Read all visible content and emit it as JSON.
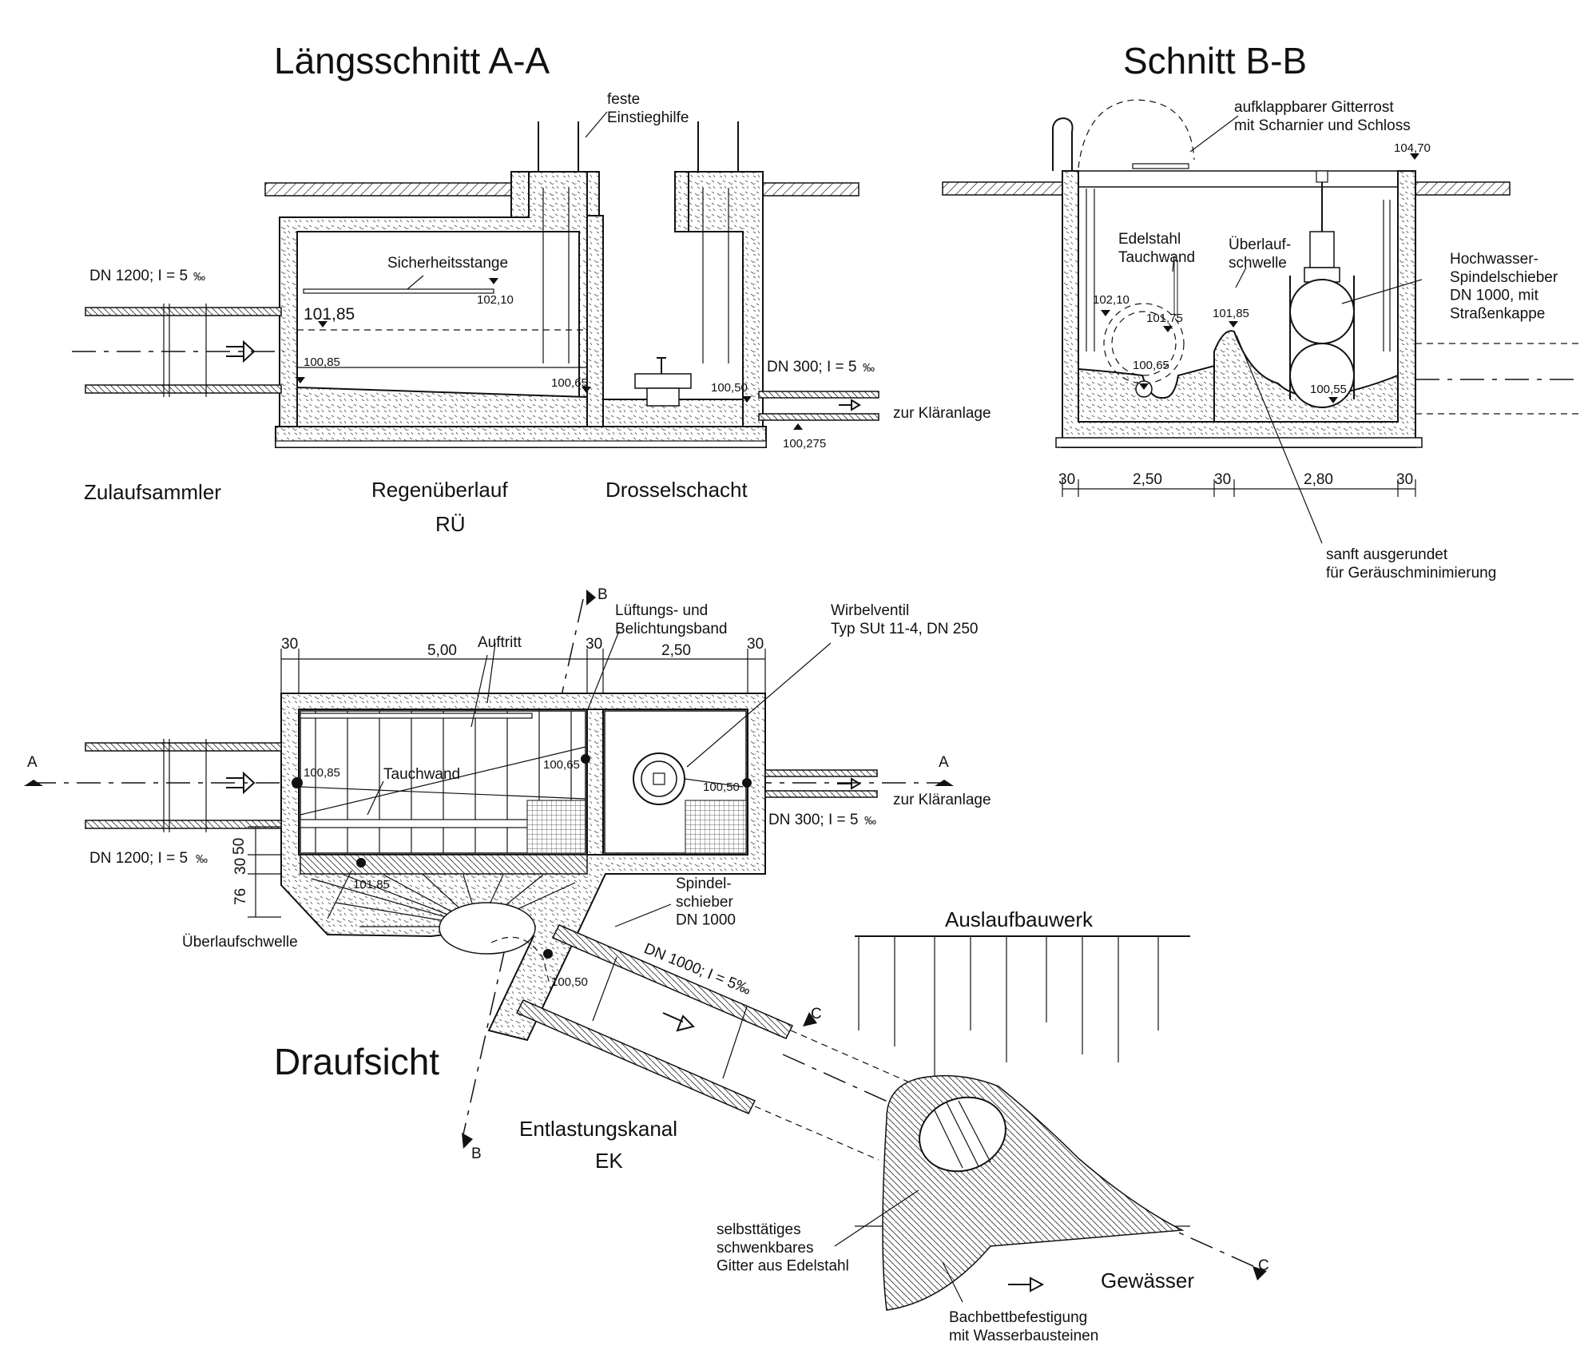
{
  "titles": {
    "longitudinal": "Längsschnitt A-A",
    "section_b": "Schnitt B-B",
    "plan": "Draufsicht"
  },
  "longitudinal": {
    "inlet_pipe": "DN 1200; I = 5",
    "permille": "‰",
    "handhold": "feste\nEinstieghilfe",
    "safety_bar": "Sicherheitsstange",
    "lvl_10185": "101,85",
    "lvl_10210": "102,10",
    "lvl_10085": "100,85",
    "lvl_10065": "100,65",
    "lvl_10050": "100,50",
    "lvl_100275": "100,275",
    "outlet_pipe": "DN 300; I = 5",
    "to_plant": "zur Kläranlage",
    "label_inlet": "Zulaufsammler",
    "label_overflow": "Regenüberlauf",
    "label_overflow_abbr": "RÜ",
    "label_throttle": "Drosselschacht"
  },
  "section_b": {
    "grate": "aufklappbarer Gitterrost\nmit Scharnier und Schloss",
    "lvl_10470": "104,70",
    "baffle": "Edelstahl\nTauchwand",
    "weir": "Überlauf-\nschwelle",
    "gate": "Hochwasser-\nSpindelschieber\nDN 1000, mit\nStraßenkappe",
    "lvl_10210": "102,10",
    "lvl_10175": "101,75",
    "lvl_10185": "101,85",
    "lvl_10065": "100,65",
    "lvl_10055": "100,55",
    "dims": [
      "30",
      "2,50",
      "30",
      "2,80",
      "30"
    ],
    "rounded_note": "sanft ausgerundet\nfür Geräuschminimierung"
  },
  "plan": {
    "cut_b": "B",
    "cut_a": "A",
    "cut_c": "C",
    "vent": "Lüftungs- und\nBelichtungsband",
    "vortex": "Wirbelventil\nTyp SUt 11-4, DN 250",
    "dims_top": [
      "30",
      "5,00",
      "30",
      "2,50",
      "30"
    ],
    "step": "Auftritt",
    "baffle": "Tauchwand",
    "lvl_10085": "100,85",
    "lvl_10065": "100,65",
    "lvl_10050a": "100,50",
    "lvl_10185": "101,85",
    "lvl_10050b": "100,50",
    "inlet_pipe": "DN 1200; I = 5",
    "outlet_pipe": "DN 300; I = 5",
    "permille": "‰",
    "to_plant": "zur Kläranlage",
    "dims_side": [
      "50",
      "30",
      "76"
    ],
    "weir": "Überlaufschwelle",
    "spindle": "Spindel-\nschieber\nDN 1000",
    "relief_pipe": "DN 1000; I = 5‰",
    "outlet_structure": "Auslaufbauwerk",
    "relief_channel": "Entlastungskanal",
    "relief_abbr": "EK",
    "grid": "selbsttätiges\nschwenkbares\nGitter aus Edelstahl",
    "water": "Gewässer",
    "bed": "Bachbettbefestigung\nmit Wasserbausteinen"
  }
}
